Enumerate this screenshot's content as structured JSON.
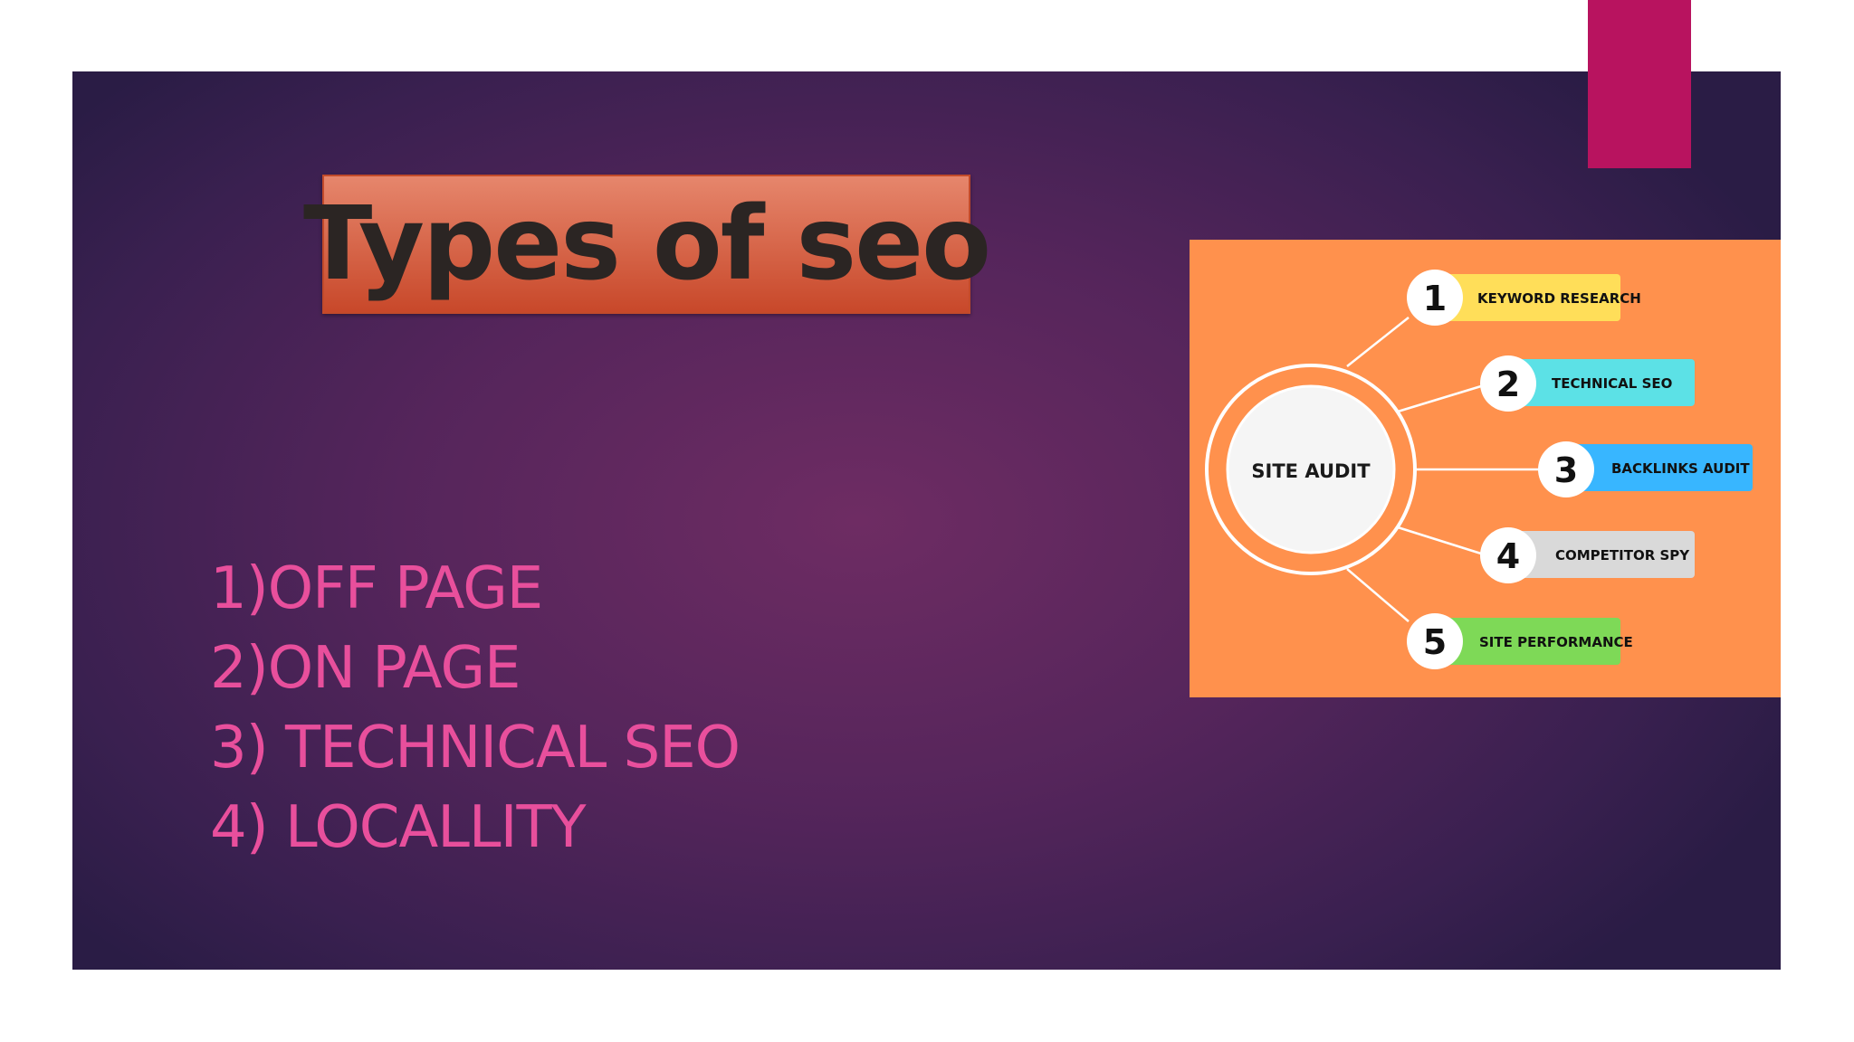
{
  "colors": {
    "accent_bar": "#b8135f",
    "title_box_top": "#e6866c",
    "title_box_bottom": "#c8482a",
    "list_text": "#e84f9c",
    "diagram_bg": "#ff914d",
    "center_circle": "#f5f5f5",
    "ring": "#ffffff"
  },
  "title": "Types of seo",
  "seo_types": [
    "1)OFF PAGE",
    "2)ON PAGE",
    "3) TECHNICAL SEO",
    "4) LOCALLITY"
  ],
  "diagram": {
    "center_label": "SITE AUDIT",
    "items": [
      {
        "number": "1",
        "label": "KEYWORD RESEARCH",
        "color": "#ffde59"
      },
      {
        "number": "2",
        "label": "TECHNICAL SEO",
        "color": "#5ce1e6"
      },
      {
        "number": "3",
        "label": "BACKLINKS AUDIT",
        "color": "#38b6ff"
      },
      {
        "number": "4",
        "label": "COMPETITOR SPY",
        "color": "#d9d9d9"
      },
      {
        "number": "5",
        "label": "SITE PERFORMANCE",
        "color": "#7ed957"
      }
    ]
  }
}
